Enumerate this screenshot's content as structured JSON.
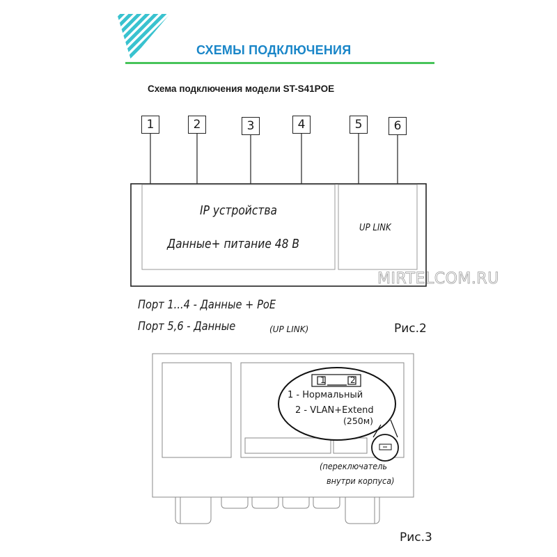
{
  "header": {
    "title": "СХЕМЫ ПОДКЛЮЧЕНИЯ",
    "accent_color": "#1a86c8",
    "rule_color": "#47c45a",
    "logo_color": "#39c2cf"
  },
  "diagram1": {
    "subtitle": "Схема подключения модели ST-S41POE",
    "ports": [
      "1",
      "2",
      "3",
      "4",
      "5",
      "6"
    ],
    "main_block": {
      "line1": "IP устройства",
      "line2": "Данные+ питание 48 В"
    },
    "uplink_block": "UP LINK",
    "legend": {
      "line1": "Порт 1...4 - Данные + PoE",
      "line2_main": "Порт 5,6 - Данные",
      "line2_note": "(UP LINK)"
    },
    "figure_label": "Рис.2"
  },
  "watermark": "MIRTELCOM.RU",
  "diagram2": {
    "switch_left": "1",
    "switch_right": "2",
    "option1": "1 - Нормальный",
    "option2": "2 - VLAN+Extend",
    "option2_note": "(250м)",
    "note_line1": "(переключатель",
    "note_line2": "внутри корпуса)",
    "figure_label": "Рис.3"
  }
}
